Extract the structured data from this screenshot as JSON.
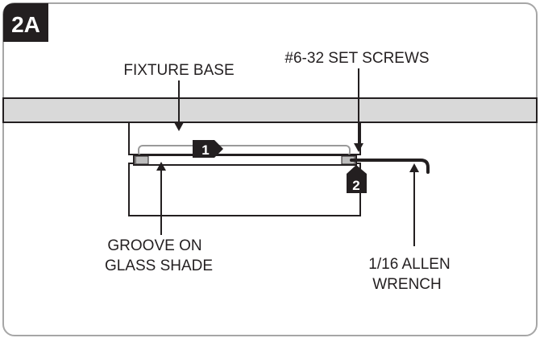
{
  "figure": {
    "badge": "2A"
  },
  "labels": {
    "fixture_base": "FIXTURE BASE",
    "set_screws": "#6-32 SET SCREWS",
    "groove_line1": "GROOVE ON",
    "groove_line2": "GLASS SHADE",
    "wrench_line1": "1/16 ALLEN",
    "wrench_line2": "WRENCH"
  },
  "steps": {
    "step1": "1",
    "step2": "2"
  },
  "colors": {
    "ink": "#231f20",
    "ceiling_fill": "#d9d9d9",
    "screw_fill": "#bdbdbd",
    "frame_border": "#a6a6a6"
  }
}
